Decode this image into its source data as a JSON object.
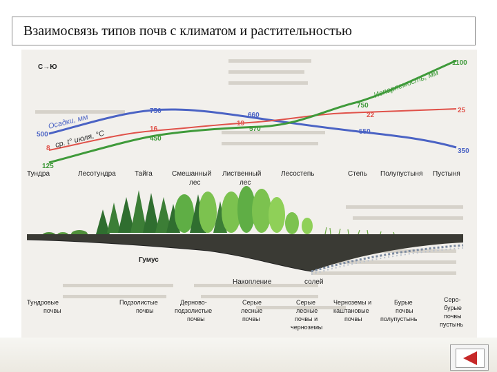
{
  "slide": {
    "title": "Взаимосвязь типов почв с климатом и растительностью"
  },
  "diagram": {
    "direction": "С→Ю",
    "series": {
      "precip": "Осадки, мм",
      "temp": "ср. t° июля, °С",
      "evap": "Испаряемость, мм"
    },
    "values": {
      "p500": "500",
      "p750": "750",
      "p660": "660",
      "p550": "550",
      "p350": "350",
      "t8": "8",
      "t16": "16",
      "t19": "19",
      "t22": "22",
      "t25": "25",
      "e125": "125",
      "e450": "450",
      "e570": "570",
      "e750": "750",
      "e1100": "1100"
    },
    "zones": [
      "Тундра",
      "Лесотундра",
      "Тайга",
      "Смешанный",
      "лес",
      "Лиственный",
      "лес",
      "Лесостепь",
      "Степь",
      "Полупустыня",
      "Пустыня"
    ],
    "humus_label": "Гумус",
    "salt_label_1": "Накопление",
    "salt_label_2": "солей",
    "soils": [
      [
        "Тундровые",
        "почвы"
      ],
      [
        "Подзолистые",
        "почвы"
      ],
      [
        "Дерново-",
        "подзолистые",
        "почвы"
      ],
      [
        "Серые",
        "лесные",
        "почвы"
      ],
      [
        "Серые",
        "лесные",
        "почвы и",
        "черноземы"
      ],
      [
        "Черноземы и",
        "каштановые",
        "почвы"
      ],
      [
        "Бурые",
        "почвы",
        "полупустынь"
      ],
      [
        "Серо-",
        "бурые",
        "почвы",
        "пустынь"
      ]
    ]
  },
  "colors": {
    "precip": "#4b63c4",
    "temp": "#e0524a",
    "evap": "#3f9a3a",
    "ground": "#3a3a34",
    "tree_light": "#7cc24f",
    "tree_dark": "#2f6e2f"
  },
  "nav": {
    "icon": "previous-slide-icon"
  }
}
